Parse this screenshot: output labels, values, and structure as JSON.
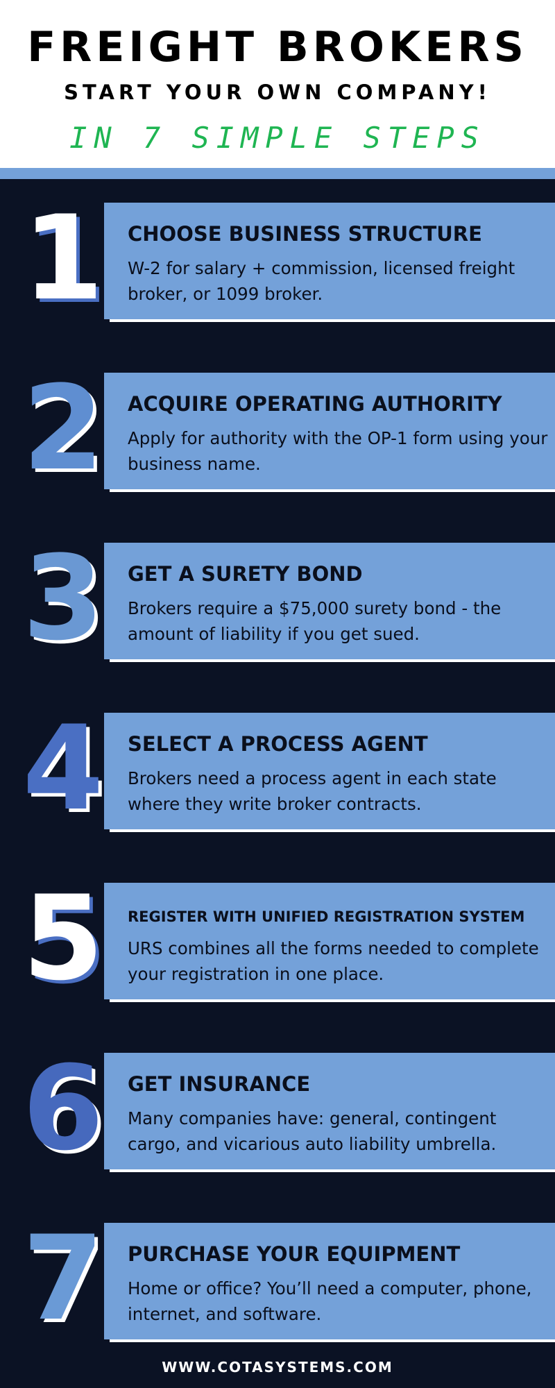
{
  "header": {
    "title": "FREIGHT BROKERS",
    "subtitle": "START YOUR OWN COMPANY!",
    "tagline": "IN 7 SIMPLE STEPS"
  },
  "colors": {
    "background": "#0b1224",
    "card": "#74a1d9",
    "tagline": "#1fb552",
    "numbers": [
      "#ffffff",
      "#5f8ed1",
      "#6a98d3",
      "#4a6fc3",
      "#ffffff",
      "#4669bd",
      "#6a9ad6"
    ]
  },
  "steps": [
    {
      "number": "1",
      "title": "CHOOSE BUSINESS STRUCTURE",
      "body": "W-2 for salary + commission, licensed freight broker, or 1099 broker."
    },
    {
      "number": "2",
      "title": "ACQUIRE OPERATING AUTHORITY",
      "body": "Apply for authority with the OP-1 form using your business name."
    },
    {
      "number": "3",
      "title": "GET A SURETY BOND",
      "body": "Brokers require a $75,000 surety bond - the amount of liability if you get sued."
    },
    {
      "number": "4",
      "title": "SELECT A PROCESS AGENT",
      "body": "Brokers need a process agent in each state where they write broker contracts."
    },
    {
      "number": "5",
      "title": "REGISTER WITH UNIFIED REGISTRATION SYSTEM",
      "body": "URS combines all the forms needed to complete your registration in one place."
    },
    {
      "number": "6",
      "title": "GET INSURANCE",
      "body": "Many companies have: general, contingent cargo, and vicarious auto liability umbrella."
    },
    {
      "number": "7",
      "title": "PURCHASE YOUR EQUIPMENT",
      "body": "Home or office? You’ll need a computer, phone, internet, and software."
    }
  ],
  "footer": {
    "url": "WWW.COTASYSTEMS.COM"
  }
}
